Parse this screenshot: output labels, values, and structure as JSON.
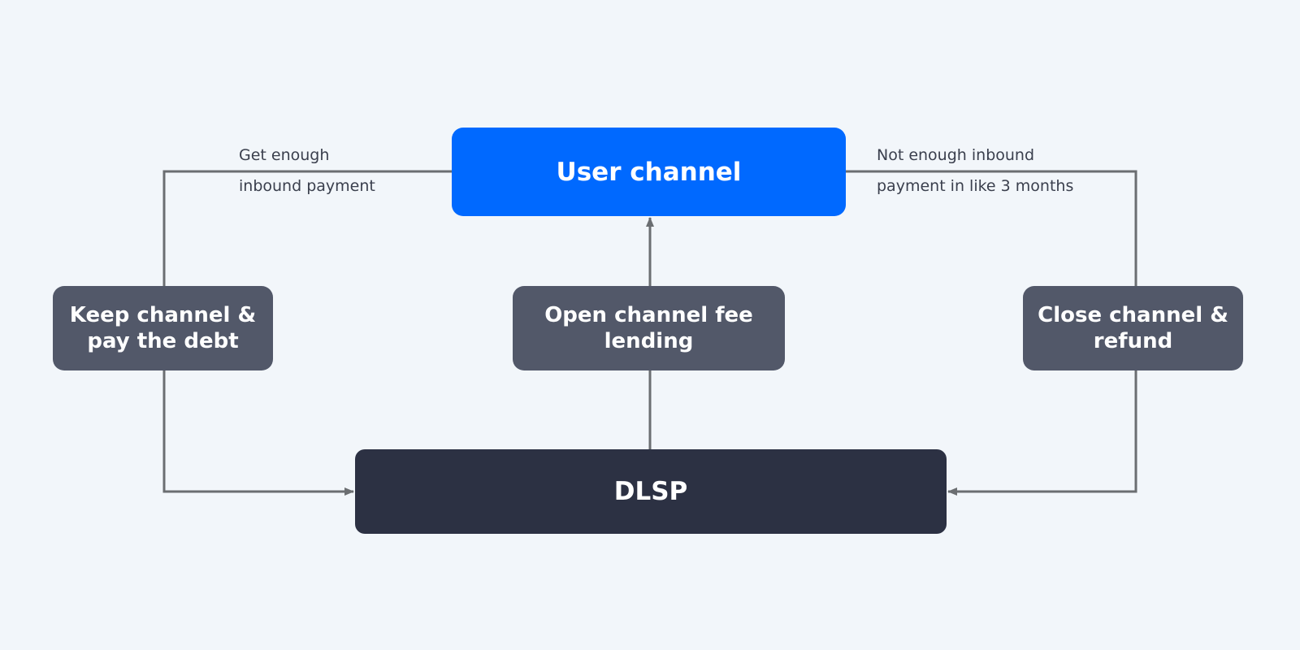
{
  "nodes": {
    "user_channel": "User channel",
    "dlsp": "DLSP",
    "keep_channel": "Keep channel & pay the debt",
    "open_channel": "Open channel fee lending",
    "close_channel": "Close channel & refund"
  },
  "edges": {
    "get_enough_line1": "Get enough",
    "get_enough_line2": "inbound payment",
    "not_enough_line1": "Not enough inbound",
    "not_enough_line2": "payment in like 3 months"
  },
  "colors": {
    "background": "#f2f6fa",
    "user_channel": "#0069ff",
    "dlsp": "#2c3143",
    "step": "#525869",
    "connector": "#6b6e71"
  }
}
